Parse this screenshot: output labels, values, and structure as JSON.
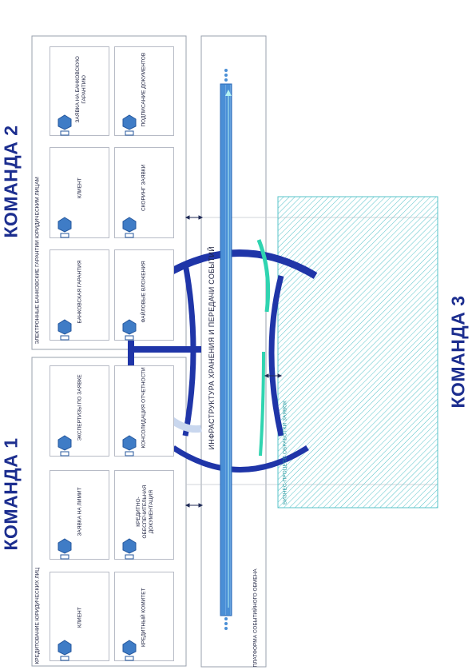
{
  "teams": {
    "team1": "КОМАНДА 1",
    "team2": "КОМАНДА 2",
    "team3": "КОМАНДА 3"
  },
  "groups": {
    "group1_title": "КРЕДИТОВАНИЕ ЮРИДИЧЕСКИХ ЛИЦ",
    "group2_title": "ЭЛЕКТРОННЫЕ БАНКОВСКИЕ ГАРАНТИИ ЮРИДИЧЕСКИМ ЛИЦАМ",
    "team3_area_title": "БИЗНЕС-ПРОЦЕСС ОБРАБОТКИ ЗАЯВОК"
  },
  "platform": {
    "title": "ИНФРАСТРУКТУРА ХРАНЕНИЯ И ПЕРЕДАЧИ СОБЫТИЙ",
    "footer": "ПЛАТФОРМА СОБЫТИЙНОГО ОБМЕНА"
  },
  "services": {
    "s1": "КЛИЕНТ",
    "s2": "КРЕДИТНЫЙ КОМИТЕТ",
    "s3": "ЗАЯВКА НА ЛИМИТ",
    "s4": "КРЕДИТНО-\nОБЕСПЕЧИТЕЛЬНАЯ\nДОКУМЕНТАЦИЯ",
    "s5": "ЭКСПЕРТИЗЫ ПО ЗАЯВКЕ",
    "s6": "КОНСОЛИДАЦИЯ ОТЧЕТНОСТИ",
    "s7": "БАНКОВСКАЯ ГАРАНТИЯ",
    "s8": "ФАЙЛОВЫЕ ВЛОЖЕНИЯ",
    "s9": "КЛИЕНТ",
    "s10": "СКОРИНГ ЗАЯВКИ",
    "s11": "ЗАЯВКА НА БАНКОВСКУЮ\nГАРАНТИЮ",
    "s12": "ПОДПИСАНИЕ ДОКУМЕНТОВ"
  },
  "icons": {
    "service": "database-cube-icon",
    "sync": "bidirectional-arrow-icon",
    "dots": "ellipsis-icon"
  },
  "colors": {
    "team_text": "#1c2e8f",
    "arc": "#1f35a8",
    "arc_light": "#c9d7ee",
    "arc_accent": "#2fd4b0",
    "stream": "#4a8fd6",
    "hatch": "#57c3c9"
  }
}
